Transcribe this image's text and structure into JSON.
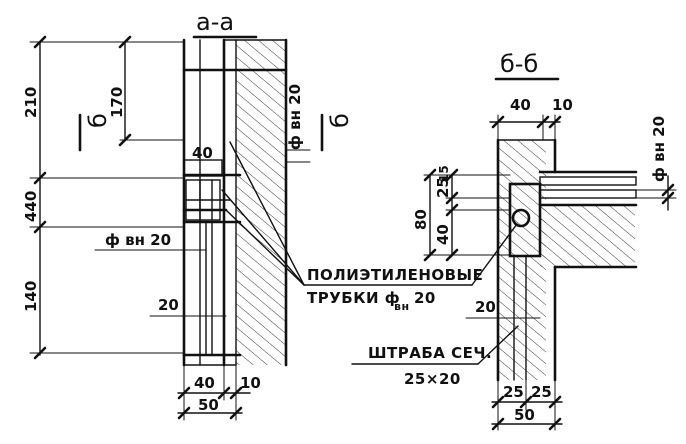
{
  "section_a": {
    "title": "а-а",
    "cut_mark": "б",
    "cut_mark_right": "б",
    "dims_left": [
      "210",
      "440",
      "140"
    ],
    "dim_170": "170",
    "dim_40": "40",
    "dim_phi": "ф вн 20",
    "dim_20": "20",
    "dim_bottom_40": "40",
    "dim_bottom_10": "10",
    "dim_bottom_50": "50",
    "dim_phi_vertical": "ф вн 20"
  },
  "section_b": {
    "title": "б-б",
    "dim_top_40": "40",
    "dim_top_10": "10",
    "dim_80": "80",
    "dim_25": "25",
    "dim_15": "15",
    "dim_40": "40",
    "dim_phi_vertical": "ф вн 20",
    "dim_20": "20",
    "dim_bottom_25a": "25",
    "dim_bottom_25b": "25",
    "dim_bottom_50": "50"
  },
  "notes": {
    "tubes_line1": "ПОЛИЭТИЛЕНОВЫЕ",
    "tubes_line2": "ТРУБКИ ф",
    "tubes_sub": "вн",
    "tubes_val": "20",
    "groove_line1": "ШТРАБА СЕЧ.",
    "groove_line2": "25×20"
  }
}
